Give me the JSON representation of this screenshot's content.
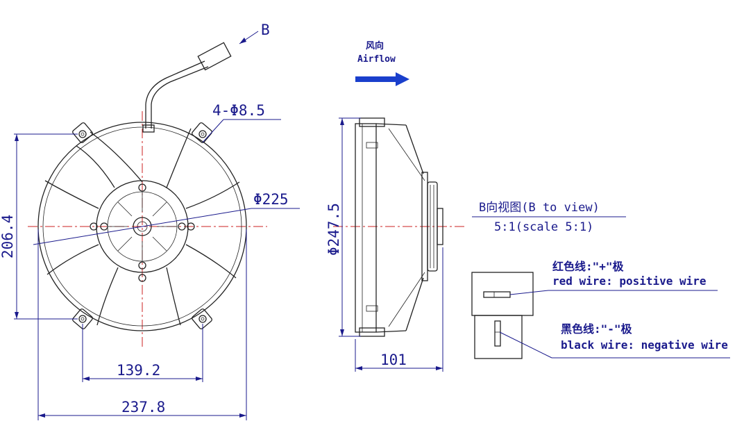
{
  "front_view": {
    "label_b": "B",
    "holes_label": "4-Φ8.5",
    "diameter_label": "Φ225",
    "height_label": "206.4",
    "hole_spacing_label": "139.2",
    "overall_width_label": "237.8"
  },
  "side_view": {
    "airflow_cn": "风向",
    "airflow_en": "Airflow",
    "outer_diameter_label": "Φ247.5",
    "depth_label": "101"
  },
  "connector_view": {
    "title": "B向视图(B to view)",
    "scale": "5:1(scale 5:1)",
    "red_wire_cn": "红色线:\"+\"极",
    "red_wire_en": "red wire: positive wire",
    "black_wire_cn": "黑色线:\"-\"极",
    "black_wire_en": "black wire: negative wire"
  },
  "colors": {
    "dimension": "#1a1a8c",
    "centerline": "#cc2222",
    "outline": "#222222",
    "arrow": "#1a3fcc"
  }
}
